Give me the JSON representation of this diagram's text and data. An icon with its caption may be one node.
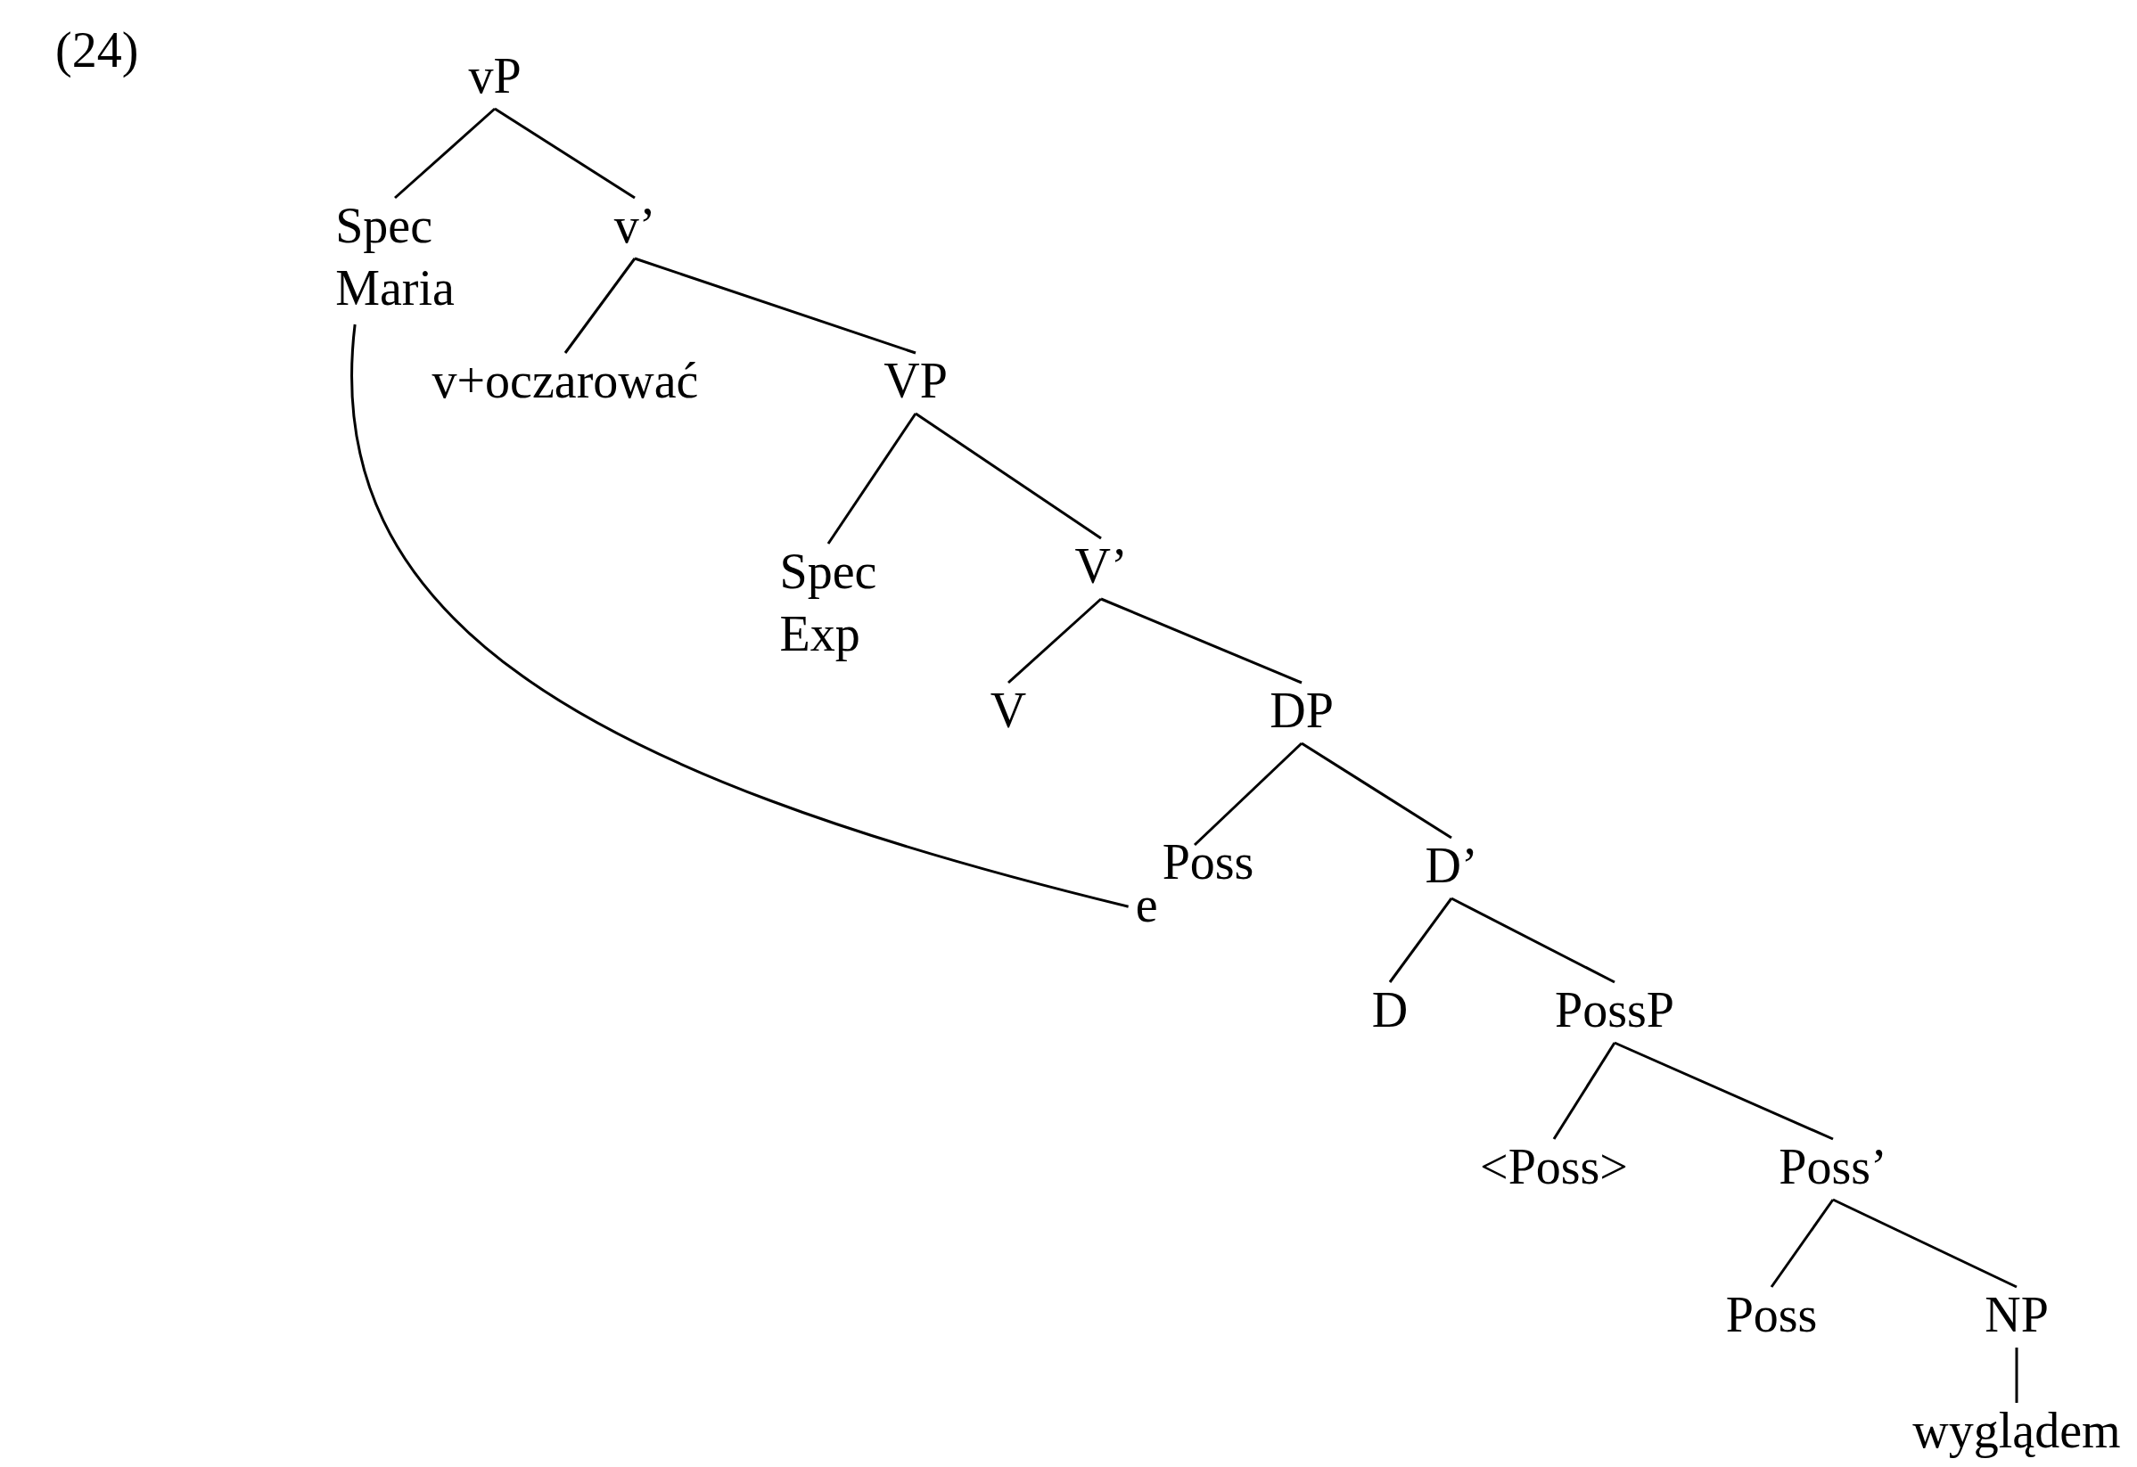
{
  "diagram": {
    "nodes": [
      {
        "text": [
          "vP"
        ]
      },
      {
        "text": [
          "Spec",
          "Maria"
        ]
      },
      {
        "text": [
          "v’"
        ]
      },
      {
        "text": [
          "v+oczarować"
        ]
      },
      {
        "text": [
          "VP"
        ]
      },
      {
        "text": [
          "Spec",
          "Exp"
        ]
      },
      {
        "text": [
          "V’"
        ]
      },
      {
        "text": [
          "V"
        ]
      },
      {
        "text": [
          "DP"
        ]
      },
      {
        "text": [
          "Poss",
          "e"
        ]
      },
      {
        "text": [
          "D’"
        ]
      },
      {
        "text": [
          "D"
        ]
      },
      {
        "text": [
          "PossP"
        ]
      },
      {
        "text": [
          "<Poss>"
        ]
      },
      {
        "text": [
          "Poss’"
        ]
      },
      {
        "text": [
          "Poss"
        ]
      },
      {
        "text": [
          "NP"
        ]
      },
      {
        "text": [
          "wyglądem"
        ]
      }
    ],
    "edges": [
      {
        "from": 0,
        "to": 1,
        "arrow": "none"
      },
      {
        "from": 0,
        "to": 2,
        "arrow": "none"
      },
      {
        "from": 2,
        "to": 3,
        "arrow": "none"
      },
      {
        "from": 2,
        "to": 4,
        "arrow": "none"
      },
      {
        "from": 4,
        "to": 5,
        "arrow": "none"
      },
      {
        "from": 4,
        "to": 6,
        "arrow": "none"
      },
      {
        "from": 6,
        "to": 7,
        "arrow": "none"
      },
      {
        "from": 6,
        "to": 8,
        "arrow": "none"
      },
      {
        "from": 8,
        "to": 9,
        "arrow": "none"
      },
      {
        "from": 8,
        "to": 10,
        "arrow": "none"
      },
      {
        "from": 10,
        "to": 11,
        "arrow": "none"
      },
      {
        "from": 10,
        "to": 12,
        "arrow": "none"
      },
      {
        "from": 12,
        "to": 13,
        "arrow": "none"
      },
      {
        "from": 12,
        "to": 14,
        "arrow": "none"
      },
      {
        "from": 14,
        "to": 15,
        "arrow": "none"
      },
      {
        "from": 14,
        "to": 16,
        "arrow": "none"
      },
      {
        "from": 16,
        "to": 17,
        "arrow": "none"
      },
      {
        "from": 1,
        "to": 9,
        "arrow": "none"
      }
    ],
    "labels": [
      "(24)"
    ]
  }
}
